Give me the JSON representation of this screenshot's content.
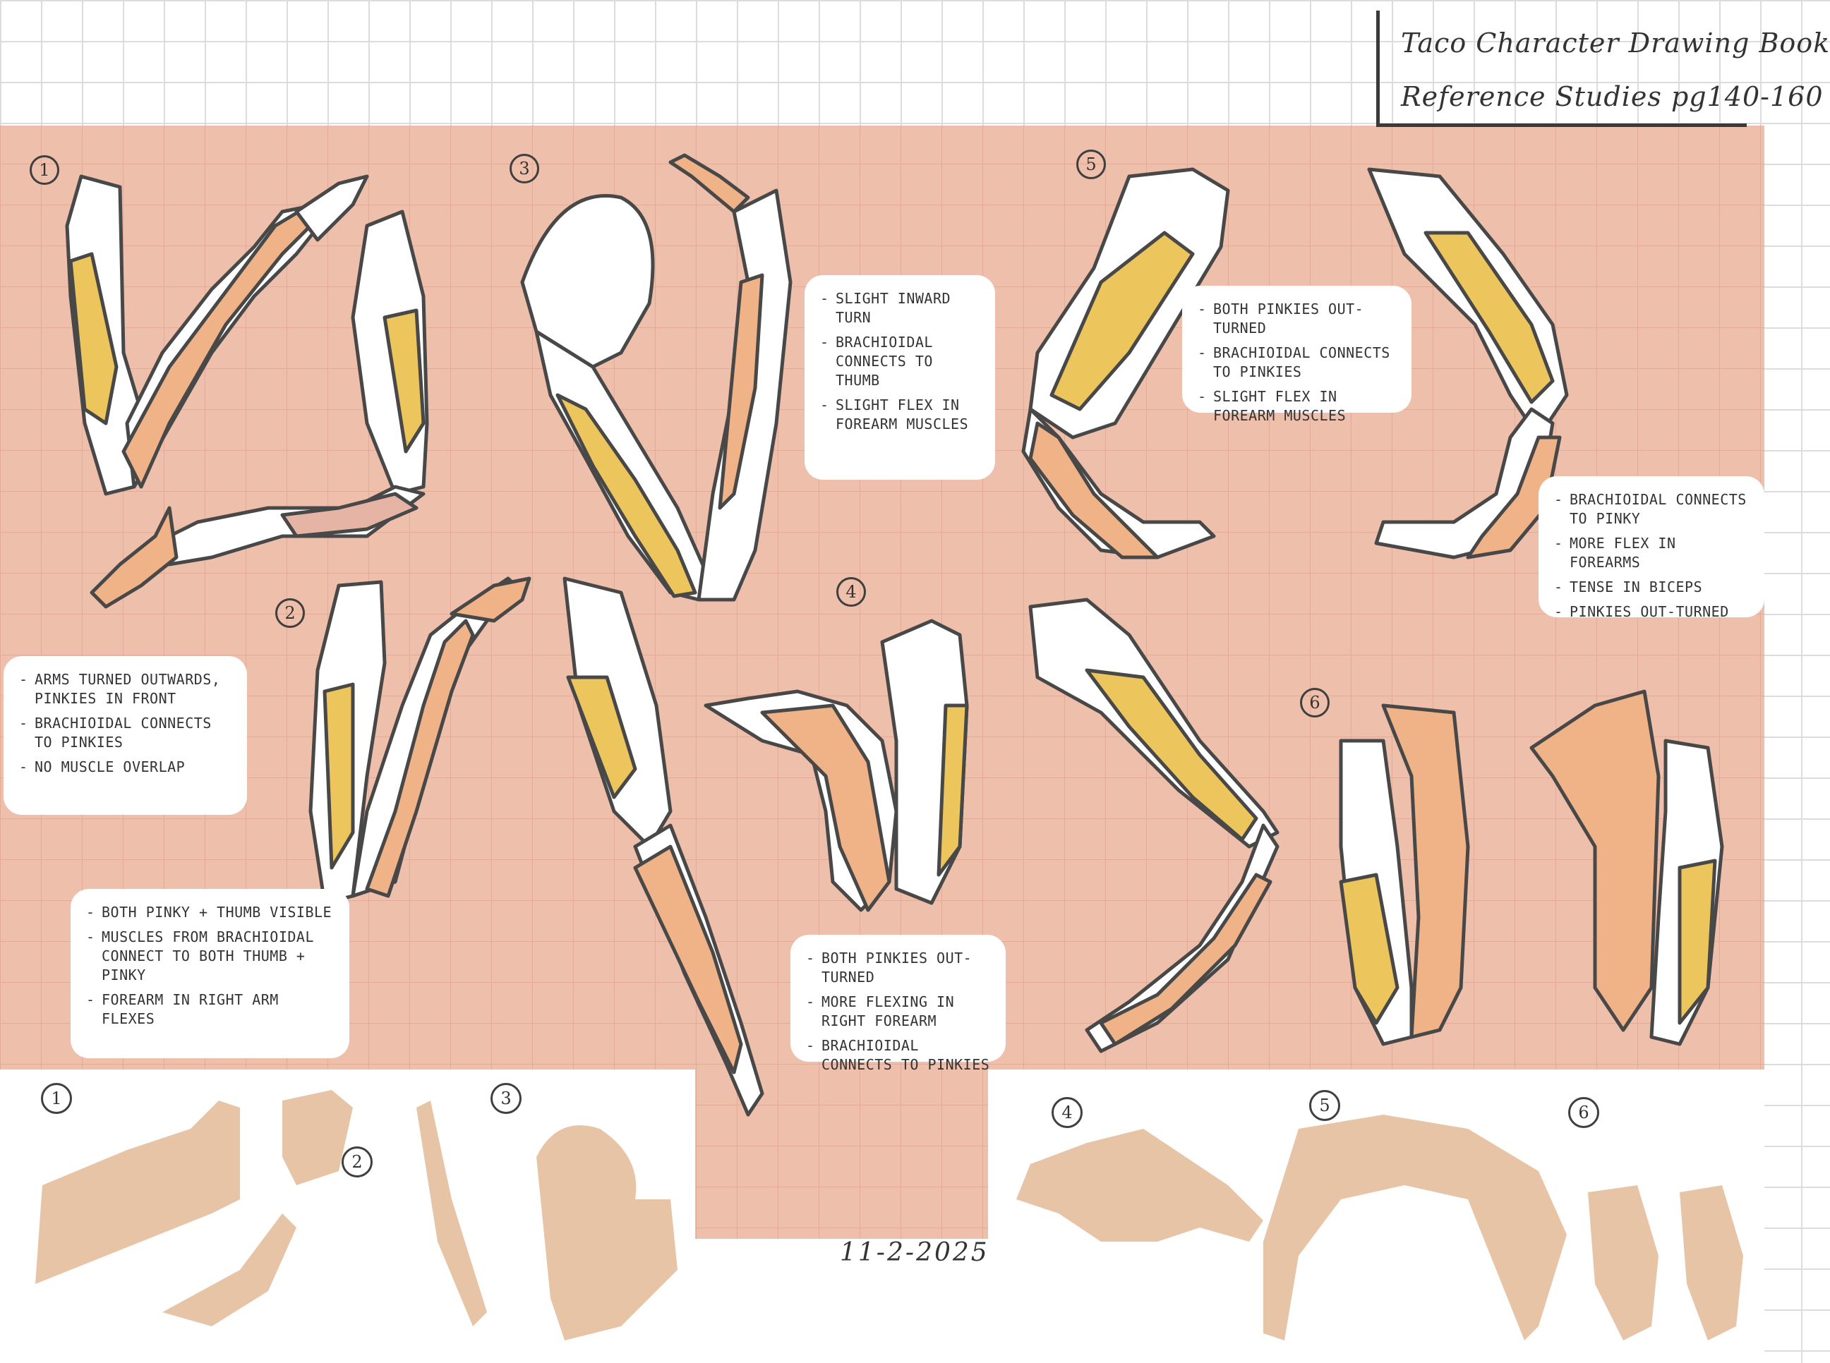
{
  "header": {
    "title_line1": "Taco Character Drawing Book",
    "title_line2": "Reference Studies pg140-160"
  },
  "colors": {
    "background_pink": "#eebfaa",
    "arm_white": "#ffffff",
    "muscle_yellow": "#ecc55c",
    "skin_orange": "#f0b387",
    "shadow_pink": "#e6b4a4",
    "outline": "#484848",
    "grid_line": "#dcdcdc",
    "photo_skin": "#e8c4a6"
  },
  "study_numbers": [
    "1",
    "2",
    "3",
    "4",
    "5",
    "6"
  ],
  "notes": [
    {
      "id": "1",
      "items": [
        "Arms turned outwards, pinkies in front",
        "Brachioidal connects to pinkies",
        "No muscle overlap"
      ]
    },
    {
      "id": "2",
      "items": [
        "Both pinky + thumb visible",
        "Muscles from brachioidal connect to both thumb + pinky",
        "Forearm in right arm flexes"
      ]
    },
    {
      "id": "3",
      "items": [
        "Slight inward turn",
        "Brachioidal connects to thumb",
        "Slight flex in forearm muscles"
      ]
    },
    {
      "id": "4",
      "items": [
        "Both pinkies out-turned",
        "More flexing in right forearm",
        "Brachioidal connects to pinkies"
      ]
    },
    {
      "id": "5",
      "items": [
        "Both pinkies out-turned",
        "Brachioidal connects to pinkies",
        "Slight flex in forearm muscles"
      ]
    },
    {
      "id": "6",
      "items": [
        "Brachioidal connects to pinky",
        "More flex in forearms",
        "Tense in biceps",
        "Pinkies out-turned"
      ]
    }
  ],
  "reference_numbers": [
    "1",
    "2",
    "3",
    "4",
    "5",
    "6"
  ],
  "date": "11-2-2025"
}
